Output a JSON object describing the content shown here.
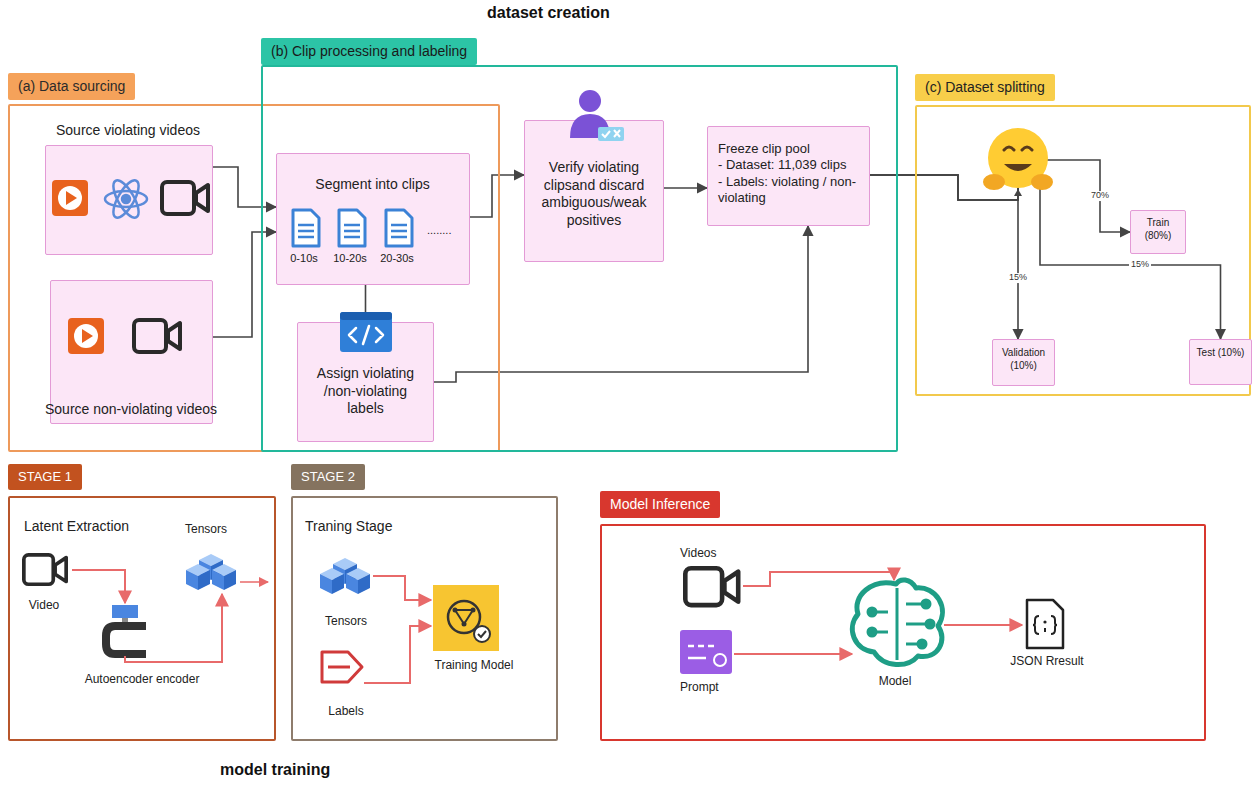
{
  "diagram": {
    "title": "dataset creation",
    "nodes": [
      {
        "text": [
          "(a) Data sourcing"
        ]
      },
      {
        "text": [
          "Source violating videos"
        ],
        "in": 0
      },
      {
        "text": [
          "Source non-violating videos"
        ],
        "in": 0
      },
      {
        "text": [
          "(b) Clip processing and labeling"
        ]
      },
      {
        "text": [
          "Segment into clips",
          "0-10s",
          "10-20s",
          "20-30s",
          "........"
        ],
        "in": 3
      },
      {
        "text": [
          "Verify violating clipsand discard ambiguous/weak positives"
        ],
        "in": 3
      },
      {
        "text": [
          "Freeze clip pool",
          "- Dataset: 11,039 clips",
          "- Labels: violating / non-violating"
        ],
        "in": 3
      },
      {
        "text": [
          "Assign violating /non-violating labels"
        ],
        "in": 3
      },
      {
        "text": [
          "(c) Dataset splitting"
        ]
      },
      {
        "text": [
          "Train (80%)"
        ],
        "in": 8
      },
      {
        "text": [
          "Validation (10%)"
        ],
        "in": 8
      },
      {
        "text": [
          "Test (10%)"
        ],
        "in": 8
      },
      {
        "text": [
          "STAGE 1",
          "Latent Extraction",
          "Video",
          "Tensors",
          "Autoencoder encoder"
        ]
      },
      {
        "text": [
          "STAGE 2",
          "Traning Stage",
          "Tensors",
          "Labels",
          "Training Model"
        ]
      },
      {
        "text": [
          "Model Inference",
          "Videos",
          "Prompt",
          "Model",
          "JSON Rresult"
        ]
      }
    ],
    "edges": [
      {
        "from": 1,
        "to": 4,
        "arrow": "to"
      },
      {
        "from": 2,
        "to": 4,
        "arrow": "to"
      },
      {
        "from": 4,
        "to": 5,
        "arrow": "to"
      },
      {
        "from": 5,
        "to": 6,
        "arrow": "to"
      },
      {
        "from": 4,
        "to": 7,
        "arrow": "none"
      },
      {
        "from": 7,
        "to": 6,
        "arrow": "to"
      },
      {
        "from": 6,
        "to": 9,
        "label": "70%",
        "arrow": "to"
      },
      {
        "from": 6,
        "to": 10,
        "label": "15%",
        "arrow": "to"
      },
      {
        "from": 6,
        "to": 11,
        "label": "15%",
        "arrow": "to"
      }
    ],
    "labels": [
      "model training"
    ]
  }
}
